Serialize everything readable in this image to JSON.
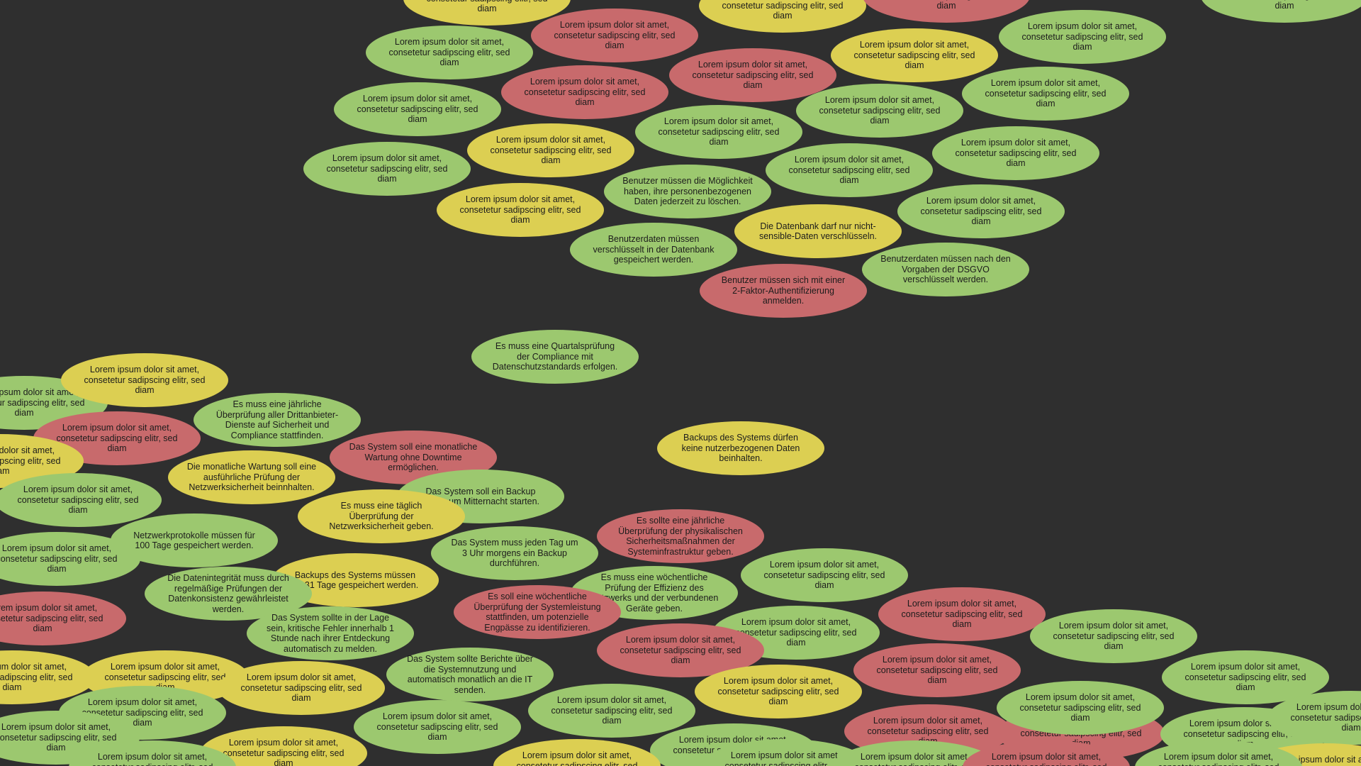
{
  "colors": {
    "background": "#2f2f2f",
    "green": "#9cc86f",
    "yellow": "#dccf52",
    "red": "#c86a6c",
    "text": "#1c1c1c"
  },
  "notes": [
    {
      "color": "yellow",
      "text": "Lorem ipsum dolor sit amet, consetetur sadipscing elitr, sed diam"
    },
    {
      "color": "yellow",
      "text": "Lorem ipsum dolor sit amet, consetetur sadipscing elitr, sed diam"
    },
    {
      "color": "red",
      "text": "Lorem ipsum dolor sit amet, consetetur sadipscing elitr, sed diam"
    },
    {
      "color": "green",
      "text": "Lorem ipsum dolor sit amet, consetetur sadipscing elitr, sed diam"
    },
    {
      "color": "red",
      "text": "Lorem ipsum dolor sit amet, consetetur sadipscing elitr, sed diam"
    },
    {
      "color": "yellow",
      "text": "Lorem ipsum dolor sit amet, consetetur sadipscing elitr, sed diam"
    },
    {
      "color": "green",
      "text": "Lorem ipsum dolor sit amet, consetetur sadipscing elitr, sed diam"
    },
    {
      "color": "green",
      "text": "Lorem ipsum dolor sit amet, consetetur sadipscing elitr, sed diam"
    },
    {
      "color": "red",
      "text": "Lorem ipsum dolor sit amet, consetetur sadipscing elitr, sed diam"
    },
    {
      "color": "green",
      "text": "Lorem ipsum dolor sit amet, consetetur sadipscing elitr, sed diam"
    },
    {
      "color": "red",
      "text": "Lorem ipsum dolor sit amet, consetetur sadipscing elitr, sed diam"
    },
    {
      "color": "green",
      "text": "Lorem ipsum dolor sit amet, consetetur sadipscing elitr, sed diam"
    },
    {
      "color": "green",
      "text": "Lorem ipsum dolor sit amet, consetetur sadipscing elitr, sed diam"
    },
    {
      "color": "green",
      "text": "Lorem ipsum dolor sit amet, consetetur sadipscing elitr, sed diam"
    },
    {
      "color": "yellow",
      "text": "Lorem ipsum dolor sit amet, consetetur sadipscing elitr, sed diam"
    },
    {
      "color": "green",
      "text": "Lorem ipsum dolor sit amet, consetetur sadipscing elitr, sed diam"
    },
    {
      "color": "green",
      "text": "Lorem ipsum dolor sit amet, consetetur sadipscing elitr, sed diam"
    },
    {
      "color": "green",
      "text": "Lorem ipsum dolor sit amet, consetetur sadipscing elitr, sed diam"
    },
    {
      "color": "yellow",
      "text": "Lorem ipsum dolor sit amet, consetetur sadipscing elitr, sed diam"
    },
    {
      "color": "green",
      "text": "Benutzer müssen die Möglichkeit haben, ihre personenbezogenen Daten jederzeit zu löschen."
    },
    {
      "color": "green",
      "text": "Lorem ipsum dolor sit amet, consetetur sadipscing elitr, sed diam"
    },
    {
      "color": "yellow",
      "text": "Die Datenbank darf nur nicht-sensible-Daten verschlüsseln."
    },
    {
      "color": "green",
      "text": "Benutzerdaten müssen verschlüsselt in der Datenbank gespeichert werden."
    },
    {
      "color": "green",
      "text": "Benutzerdaten müssen nach den Vorgaben der DSGVO verschlüsselt werden."
    },
    {
      "color": "red",
      "text": "Benutzer müssen sich mit einer 2-Faktor-Authentifizierung anmelden."
    },
    {
      "color": "green",
      "text": "Es muss eine Quartalsprüfung der Compliance mit Datenschutzstandards erfolgen."
    },
    {
      "color": "green",
      "text": "Lorem ipsum dolor sit amet, consetetur sadipscing elitr, sed diam"
    },
    {
      "color": "yellow",
      "text": "Lorem ipsum dolor sit amet, consetetur sadipscing elitr, sed diam"
    },
    {
      "color": "green",
      "text": "Es muss eine jährliche Überprüfung aller Drittanbieter-Dienste auf Sicherheit und Compliance stattfinden."
    },
    {
      "color": "red",
      "text": "Lorem ipsum dolor sit amet, consetetur sadipscing elitr, sed diam"
    },
    {
      "color": "yellow",
      "text": "Lorem ipsum dolor sit amet, consetetur sadipscing elitr, sed diam"
    },
    {
      "color": "red",
      "text": "Das System soll eine monatliche Wartung ohne Downtime ermöglichen."
    },
    {
      "color": "yellow",
      "text": "Backups des Systems dürfen keine nutzerbezogenen Daten beinhalten."
    },
    {
      "color": "yellow",
      "text": "Die monatliche Wartung soll eine ausführliche Prüfung der Netzwerksicherheit beinnhalten."
    },
    {
      "color": "green",
      "text": "Lorem ipsum dolor sit amet, consetetur sadipscing elitr, sed diam"
    },
    {
      "color": "green",
      "text": "Das System soll ein Backup immer um Mitternacht starten."
    },
    {
      "color": "yellow",
      "text": "Es muss eine täglich Überprüfung der Netzwerksicherheit geben."
    },
    {
      "color": "red",
      "text": "Es sollte eine jährliche Überprüfung der physikalischen Sicherheitsmaßnahmen der Systeminfrastruktur geben."
    },
    {
      "color": "green",
      "text": "Netzwerkprotokolle müssen für 100 Tage gespeichert werden."
    },
    {
      "color": "green",
      "text": "Das System muss jeden Tag um 3 Uhr morgens ein Backup durchführen."
    },
    {
      "color": "green",
      "text": "Lorem ipsum dolor sit amet, consetetur sadipscing elitr, sed diam"
    },
    {
      "color": "green",
      "text": "Lorem ipsum dolor sit amet, consetetur sadipscing elitr, sed diam"
    },
    {
      "color": "yellow",
      "text": "Backups des Systems müssen für 31 Tage gespeichert werden."
    },
    {
      "color": "green",
      "text": "Die Datenintegrität muss durch regelmäßige Prüfungen der Datenkonsistenz gewährleistet werden."
    },
    {
      "color": "green",
      "text": "Es muss eine wöchentliche Prüfung der Effizienz des Netzwerks und der verbundenen Geräte geben."
    },
    {
      "color": "red",
      "text": "Es soll eine wöchentliche Überprüfung der Systemleistung stattfinden, um potenzielle Engpässe zu identifizieren."
    },
    {
      "color": "red",
      "text": "Lorem ipsum dolor sit amet, consetetur sadipscing elitr, sed diam"
    },
    {
      "color": "red",
      "text": "Lorem ipsum dolor sit amet, consetetur sadipscing elitr, sed diam"
    },
    {
      "color": "green",
      "text": "Das System sollte in der Lage sein, kritische Fehler innerhalb 1 Stunde nach ihrer Entdeckung automatisch zu melden."
    },
    {
      "color": "green",
      "text": "Lorem ipsum dolor sit amet, consetetur sadipscing elitr, sed diam"
    },
    {
      "color": "green",
      "text": "Lorem ipsum dolor sit amet, consetetur sadipscing elitr, sed diam"
    },
    {
      "color": "yellow",
      "text": "Lorem ipsum dolor sit amet, consetetur sadipscing elitr, sed diam"
    },
    {
      "color": "red",
      "text": "Lorem ipsum dolor sit amet, consetetur sadipscing elitr, sed diam"
    },
    {
      "color": "red",
      "text": "Lorem ipsum dolor sit amet, consetetur sadipscing elitr, sed diam"
    },
    {
      "color": "green",
      "text": "Das System sollte Berichte über die Systemnutzung und automatisch monatlich an die IT senden."
    },
    {
      "color": "green",
      "text": "Lorem ipsum dolor sit amet, consetetur sadipscing elitr, sed diam"
    },
    {
      "color": "red",
      "text": "Lorem ipsum dolor sit amet, consetetur sadipscing elitr, sed diam"
    },
    {
      "color": "yellow",
      "text": "Lorem ipsum dolor sit amet, consetetur sadipscing elitr, sed diam"
    },
    {
      "color": "yellow",
      "text": "Lorem ipsum dolor sit amet, consetetur sadipscing elitr, sed diam"
    },
    {
      "color": "yellow",
      "text": "Lorem ipsum dolor sit amet, consetetur sadipscing elitr, sed diam"
    },
    {
      "color": "red",
      "text": "Lorem ipsum dolor sit amet, consetetur sadipscing elitr, sed diam"
    },
    {
      "color": "green",
      "text": "Lorem ipsum dolor sit amet, consetetur sadipscing elitr, sed diam"
    },
    {
      "color": "green",
      "text": "Lorem ipsum dolor sit amet, consetetur sadipscing elitr, sed diam"
    },
    {
      "color": "green",
      "text": "Lorem ipsum dolor sit amet, consetetur sadipscing elitr, sed diam"
    },
    {
      "color": "green",
      "text": "Lorem ipsum dolor sit amet, consetetur sadipscing elitr, sed diam"
    },
    {
      "color": "green",
      "text": "Lorem ipsum dolor sit amet, consetetur sadipscing elitr, sed diam"
    },
    {
      "color": "yellow",
      "text": "Lorem ipsum dolor sit amet, consetetur sadipscing elitr, sed diam"
    },
    {
      "color": "green",
      "text": "Lorem ipsum dolor sit amet, consetetur sadipscing elitr, sed diam"
    },
    {
      "color": "green",
      "text": "Lorem ipsum dolor sit amet, consetetur sadipscing elitr, sed diam"
    },
    {
      "color": "green",
      "text": "Lorem ipsum dolor sit amet, consetetur sadipscing elitr, sed diam"
    },
    {
      "color": "yellow",
      "text": "Lorem ipsum dolor sit amet, consetetur sadipscing elitr, sed diam"
    },
    {
      "color": "green",
      "text": "Lorem ipsum dolor sit amet, consetetur sadipscing elitr, sed diam"
    },
    {
      "color": "yellow",
      "text": "Lorem ipsum dolor sit amet, consetetur sadipscing elitr, sed diam"
    },
    {
      "color": "green",
      "text": "Lorem ipsum dolor sit amet, consetetur sadipscing elitr, sed diam"
    },
    {
      "color": "red",
      "text": "Lorem ipsum dolor sit amet, consetetur sadipscing elitr, sed diam"
    },
    {
      "color": "green",
      "text": "Lorem ipsum dolor sit amet, consetetur sadipscing elitr, sed diam"
    },
    {
      "color": "green",
      "text": "Lorem ipsum dolor sit amet, consetetur sadipscing elitr, sed diam"
    }
  ]
}
